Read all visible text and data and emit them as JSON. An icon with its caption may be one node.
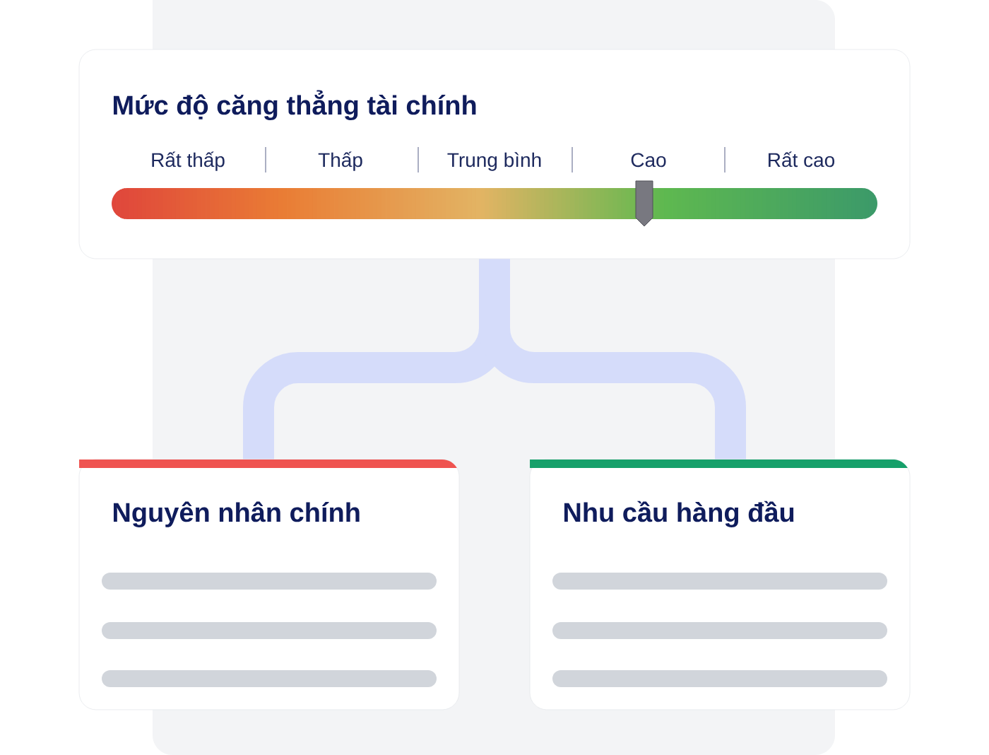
{
  "diagram": {
    "nodes": [
      {
        "text": [
          "Mức độ căng thẳng tài chính"
        ]
      },
      {
        "text": [
          "Nguyên nhân chính"
        ]
      },
      {
        "text": [
          "Nhu cầu hàng đầu"
        ]
      }
    ],
    "edges": [
      {
        "from": 0,
        "to": 1,
        "arrow": "none"
      },
      {
        "from": 0,
        "to": 2,
        "arrow": "none"
      }
    ],
    "labels": [
      "Rất thấp",
      "Thấp",
      "Trung bình",
      "Cao",
      "Rất cao"
    ]
  }
}
